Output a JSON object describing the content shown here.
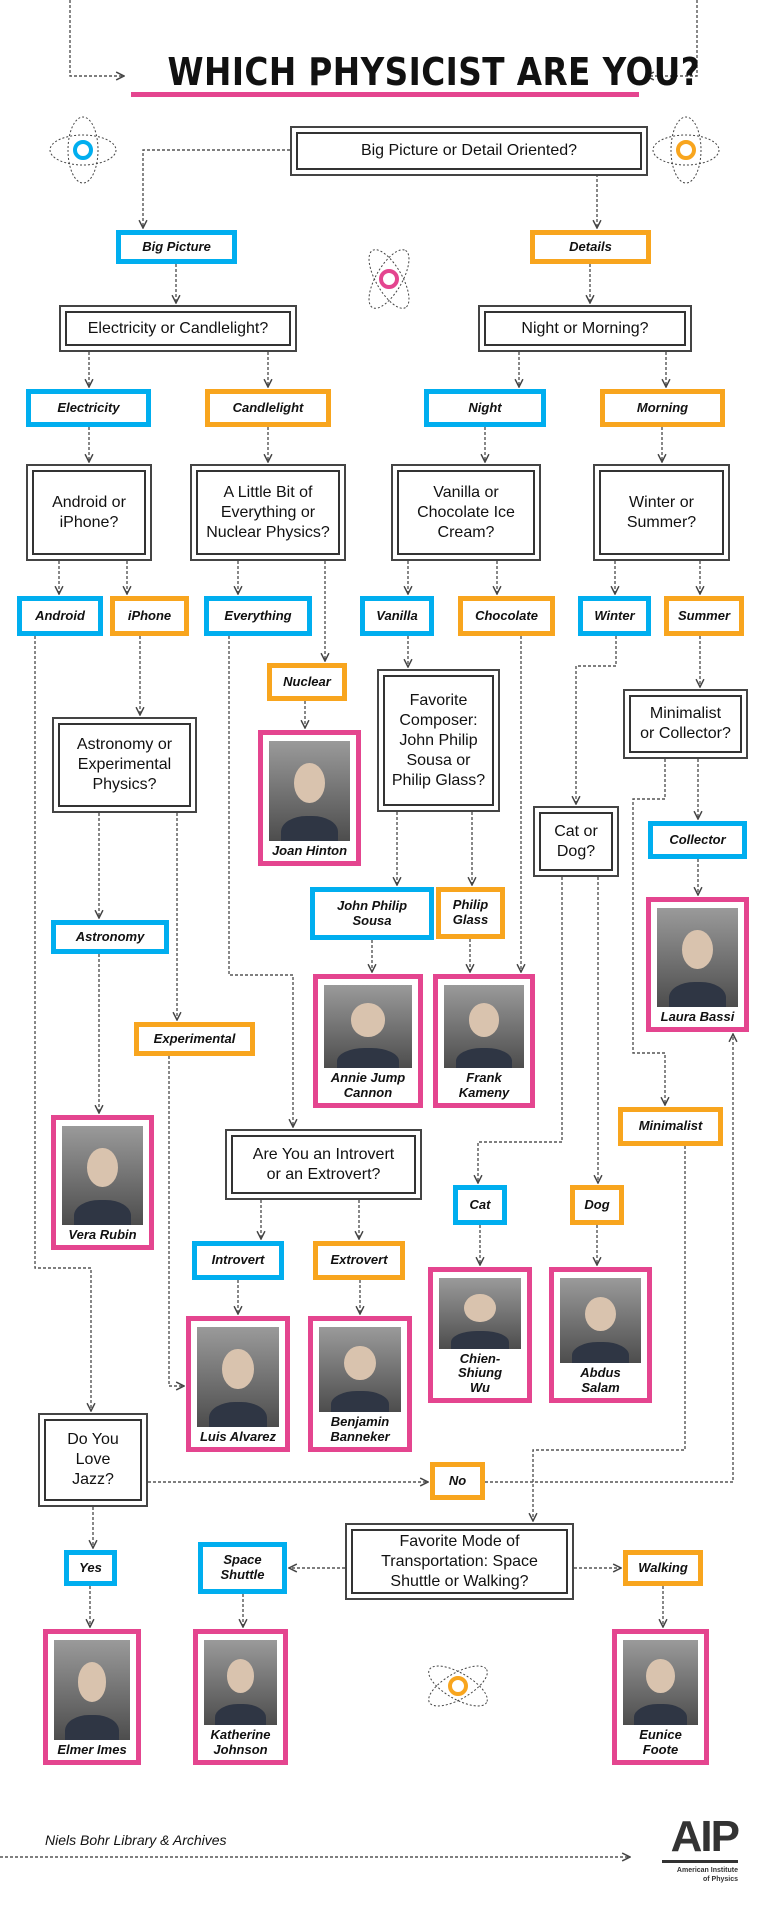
{
  "title": "WHICH PHYSICIST ARE YOU?",
  "colors": {
    "blue": "#00aeef",
    "orange": "#f8a51e",
    "pink": "#e4458f"
  },
  "nodes": [
    {
      "id": "q0",
      "kind": "q",
      "text": "Big Picture or Detail Oriented?"
    },
    {
      "id": "a_big",
      "kind": "a",
      "color": "blue",
      "text": "Big Picture"
    },
    {
      "id": "a_det",
      "kind": "a",
      "color": "orange",
      "text": "Details"
    },
    {
      "id": "q_ec",
      "kind": "q",
      "text": "Electricity or Candlelight?"
    },
    {
      "id": "q_nm",
      "kind": "q",
      "text": "Night or Morning?"
    },
    {
      "id": "a_elec",
      "kind": "a",
      "color": "blue",
      "text": "Electricity"
    },
    {
      "id": "a_candle",
      "kind": "a",
      "color": "orange",
      "text": "Candlelight"
    },
    {
      "id": "a_night",
      "kind": "a",
      "color": "blue",
      "text": "Night"
    },
    {
      "id": "a_morn",
      "kind": "a",
      "color": "orange",
      "text": "Morning"
    },
    {
      "id": "q_android",
      "kind": "q",
      "text": "Android or\niPhone?"
    },
    {
      "id": "q_little",
      "kind": "q",
      "text": "A Little Bit of\nEverything or\nNuclear Physics?"
    },
    {
      "id": "q_vanilla",
      "kind": "q",
      "text": "Vanilla or\nChocolate Ice\nCream?"
    },
    {
      "id": "q_winter",
      "kind": "q",
      "text": "Winter or\nSummer?"
    },
    {
      "id": "a_android",
      "kind": "a",
      "color": "blue",
      "text": "Android"
    },
    {
      "id": "a_iphone",
      "kind": "a",
      "color": "orange",
      "text": "iPhone"
    },
    {
      "id": "a_every",
      "kind": "a",
      "color": "blue",
      "text": "Everything"
    },
    {
      "id": "a_van",
      "kind": "a",
      "color": "blue",
      "text": "Vanilla"
    },
    {
      "id": "a_choc",
      "kind": "a",
      "color": "orange",
      "text": "Chocolate"
    },
    {
      "id": "a_winter",
      "kind": "a",
      "color": "blue",
      "text": "Winter"
    },
    {
      "id": "a_summer",
      "kind": "a",
      "color": "orange",
      "text": "Summer"
    },
    {
      "id": "a_nuclear",
      "kind": "a",
      "color": "orange",
      "text": "Nuclear"
    },
    {
      "id": "p_joan",
      "kind": "p",
      "text": "Joan Hinton"
    },
    {
      "id": "q_composer",
      "kind": "q",
      "text": "Favorite\nComposer:\nJohn Philip\nSousa or\nPhilip Glass?"
    },
    {
      "id": "q_minimal",
      "kind": "q",
      "text": "Minimalist\nor Collector?"
    },
    {
      "id": "q_astro",
      "kind": "q",
      "text": "Astronomy or\nExperimental\nPhysics?"
    },
    {
      "id": "q_catdog",
      "kind": "q",
      "text": "Cat or\nDog?"
    },
    {
      "id": "a_collector",
      "kind": "a",
      "color": "blue",
      "text": "Collector"
    },
    {
      "id": "a_sousa",
      "kind": "a",
      "color": "blue",
      "text": "John Philip\nSousa"
    },
    {
      "id": "a_glass",
      "kind": "a",
      "color": "orange",
      "text": "Philip\nGlass"
    },
    {
      "id": "a_astronomy",
      "kind": "a",
      "color": "blue",
      "text": "Astronomy"
    },
    {
      "id": "p_bassi",
      "kind": "p",
      "text": "Laura Bassi"
    },
    {
      "id": "p_annie",
      "kind": "p",
      "text": "Annie Jump\nCannon"
    },
    {
      "id": "p_frank",
      "kind": "p",
      "text": "Frank Kameny"
    },
    {
      "id": "a_exper",
      "kind": "a",
      "color": "orange",
      "text": "Experimental"
    },
    {
      "id": "a_minimal",
      "kind": "a",
      "color": "orange",
      "text": "Minimalist"
    },
    {
      "id": "p_vera",
      "kind": "p",
      "text": "Vera Rubin"
    },
    {
      "id": "q_intro",
      "kind": "q",
      "text": "Are You an Introvert\nor an Extrovert?"
    },
    {
      "id": "a_cat",
      "kind": "a",
      "color": "blue",
      "text": "Cat"
    },
    {
      "id": "a_dog",
      "kind": "a",
      "color": "orange",
      "text": "Dog"
    },
    {
      "id": "a_introvert",
      "kind": "a",
      "color": "blue",
      "text": "Introvert"
    },
    {
      "id": "a_extrovert",
      "kind": "a",
      "color": "orange",
      "text": "Extrovert"
    },
    {
      "id": "p_chien",
      "kind": "p",
      "text": "Chien-Shiung\nWu"
    },
    {
      "id": "p_abdus",
      "kind": "p",
      "text": "Abdus Salam"
    },
    {
      "id": "p_luis",
      "kind": "p",
      "text": "Luis Alvarez"
    },
    {
      "id": "p_ben",
      "kind": "p",
      "text": "Benjamin\nBanneker"
    },
    {
      "id": "q_jazz",
      "kind": "q",
      "text": "Do You\nLove\nJazz?"
    },
    {
      "id": "a_no",
      "kind": "a",
      "color": "orange",
      "text": "No"
    },
    {
      "id": "q_transport",
      "kind": "q",
      "text": "Favorite Mode of\nTransportation: Space\nShuttle or Walking?"
    },
    {
      "id": "a_shuttle",
      "kind": "a",
      "color": "blue",
      "text": "Space\nShuttle"
    },
    {
      "id": "a_walking",
      "kind": "a",
      "color": "orange",
      "text": "Walking"
    },
    {
      "id": "a_yes",
      "kind": "a",
      "color": "blue",
      "text": "Yes"
    },
    {
      "id": "p_elmer",
      "kind": "p",
      "text": "Elmer Imes"
    },
    {
      "id": "p_katherine",
      "kind": "p",
      "text": "Katherine\nJohnson"
    },
    {
      "id": "p_eunice",
      "kind": "p",
      "text": "Eunice Foote"
    }
  ],
  "footer": {
    "credit": "Niels Bohr Library & Archives",
    "logo": "AIP",
    "logo_sub": "American Institute\nof Physics"
  }
}
